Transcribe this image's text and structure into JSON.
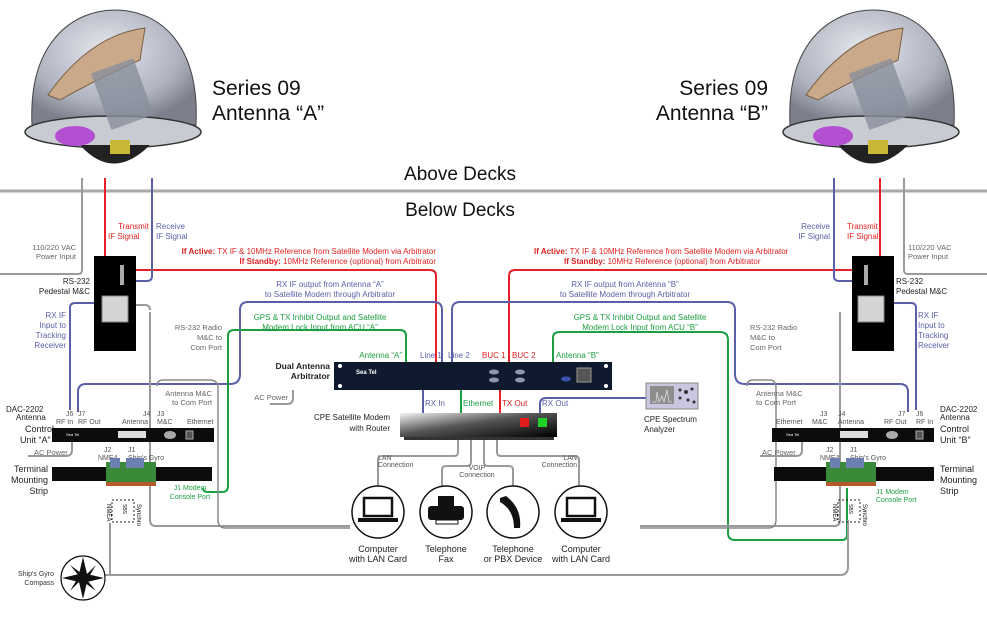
{
  "antennas": {
    "a": {
      "line1": "Series  09",
      "line2": "Antenna  “A”"
    },
    "b": {
      "line1": "Series  09",
      "line2": "Antenna  “B”"
    }
  },
  "decks": {
    "above": "Above  Decks",
    "below": "Below  Decks"
  },
  "signals": {
    "transmit": [
      "Transmit",
      "IF Signal"
    ],
    "receive": [
      "Receive",
      "IF Signal"
    ],
    "power": [
      "110/220 VAC",
      "Power Input"
    ],
    "rs232_pedestal": [
      "RS-232",
      "Pedestal M&C"
    ],
    "rx_if_input": [
      "RX IF",
      "Input  to",
      "Tracking",
      "Receiver"
    ],
    "rs232_radio": [
      "RS-232  Radio",
      "M&C  to",
      "Com  Port"
    ],
    "antenna_mc": [
      "Antenna  M&C",
      "to Com Port"
    ],
    "if_active_prefix": "If Active:",
    "if_active_text": " TX IF & 10MHz Reference from Satellite Modem via Arbitrator",
    "if_standby_prefix": "If Standby:",
    "if_standby_text": "  10MHz  Reference  (optional)  from  Arbitrator",
    "rx_if_out_a": [
      "RX  IF output  from  Antenna  “A”",
      "to Satellite  Modem  through  Arbitrator"
    ],
    "rx_if_out_b": [
      "RX  IF output  from  Antenna  “B”",
      "to Satellite  Modem  through  Arbitrator"
    ],
    "gps_a": [
      "GPS  & TX  Inhibit  Output  and  Satellite",
      "Modem  Lock  Input  from  ACU  “A”"
    ],
    "gps_b": [
      "GPS  & TX  Inhibit  Output  and  Satellite",
      "Modem  Lock  Input  from  ACU  “B”"
    ]
  },
  "arbitrator": {
    "label": [
      "Dual Antenna",
      "Arbitrator"
    ],
    "ports": [
      "Antenna  “A”",
      "Line  1",
      "Line  2",
      "BUC  1",
      "BUC  2",
      "Antenna  “B”"
    ],
    "brand": "Sea Tel",
    "ac_power": "AC  Power"
  },
  "modem": {
    "label": [
      "CPE  Satellite  Modem",
      "with Router"
    ],
    "ports": [
      "RX  In",
      "Ethernet",
      "TX  Out",
      "RX  Out"
    ]
  },
  "analyzer": {
    "label": [
      "CPE  Spectrum",
      "Analyzer"
    ]
  },
  "acu_a": {
    "title": [
      "DAC-2202",
      "Antenna",
      "Control",
      "Unit  “A”"
    ],
    "ports": [
      "J6",
      "RF In",
      "J7",
      "RF Out",
      "J4",
      "Antenna",
      "J3",
      "M&C",
      "Ethernet",
      "J2",
      "NMEA",
      "J1",
      "Ship's  Gyro"
    ],
    "ac_power": "AC  Power",
    "brand": "Sea Tel"
  },
  "acu_b": {
    "title": [
      "DAC-2202",
      "Antenna",
      "Control",
      "Unit  “B”"
    ],
    "ports": [
      "J7",
      "RF Out",
      "J6",
      "RF In",
      "J4",
      "Antenna",
      "J3",
      "M&C",
      "Ethernet",
      "J2",
      "NMEA",
      "J1",
      "Ship's  Gyro"
    ],
    "ac_power": "AC  Power",
    "brand": "Sea Tel"
  },
  "tms": {
    "label": [
      "Terminal",
      "Mounting",
      "Strip"
    ],
    "console": [
      "J1  Modem",
      "Console  Port"
    ],
    "terminals": [
      "NMEA",
      "SBS",
      "Synchro"
    ]
  },
  "connections": {
    "lan": [
      "LAN",
      "Connection"
    ],
    "voip": [
      "VOIP",
      "Connection"
    ]
  },
  "devices": [
    {
      "icon": "laptop",
      "label": [
        "Computer",
        "with  LAN  Card"
      ]
    },
    {
      "icon": "fax",
      "label": [
        "Telephone",
        "Fax"
      ]
    },
    {
      "icon": "phone",
      "label": [
        "Telephone",
        "or PBX Device"
      ]
    },
    {
      "icon": "laptop",
      "label": [
        "Computer",
        "with  LAN  Card"
      ]
    }
  ],
  "gyro": {
    "label": [
      "Ship's Gyro",
      "Compass"
    ]
  },
  "colors": {
    "tx": "#e8202a",
    "rx": "#5a5fa8",
    "gps": "#1aa040",
    "mc": "#9a9a9a"
  }
}
